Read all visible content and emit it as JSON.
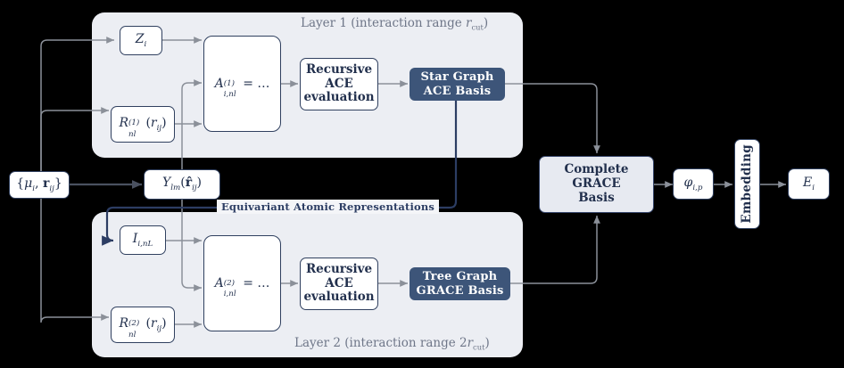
{
  "diagram": {
    "title": "GRACE architecture flow",
    "colors": {
      "panel_bg": "#eceef3",
      "node_border": "#30405f",
      "node_text": "#22304d",
      "dark_fill": "#3d5579",
      "dark_text": "#ffffff",
      "tint_fill": "#e7eaf1",
      "wire": "#8b9099",
      "wire_dark": "#2c3d63",
      "panel_label": "#6e7688",
      "background": "#000000"
    }
  },
  "panels": [
    {
      "id": "layer1",
      "label_prefix": "Layer 1 (interaction range ",
      "label_math": "r",
      "label_sub": "cut",
      "label_suffix": ")"
    },
    {
      "id": "layer2",
      "label_prefix": "Layer 2 (interaction range 2",
      "label_math": "r",
      "label_sub": "cut",
      "label_suffix": ")"
    }
  ],
  "nodes": {
    "input": {
      "name": "input-mu-r",
      "text": "{μᵢ, rᵢⱼ}"
    },
    "ylm": {
      "name": "spherical-harmonics",
      "text": "Yₗₘ(r̂ᵢⱼ)"
    },
    "zi": {
      "name": "atomic-number",
      "text": "Zᵢ"
    },
    "rnl1": {
      "name": "radial-basis-layer1",
      "text": "R⁽¹⁾ₙₗ(rᵢⱼ)"
    },
    "a1": {
      "name": "atomic-basis-layer1",
      "text": "A⁽¹⁾ᵢ,ₙₗ = …"
    },
    "ace1": {
      "name": "recursive-ace-evaluation-layer1",
      "lines": [
        "Recursive",
        "ACE",
        "evaluation"
      ]
    },
    "star": {
      "name": "star-graph-ace-basis",
      "lines": [
        "Star Graph",
        "ACE Basis"
      ]
    },
    "inl": {
      "name": "equivariant-input-layer2",
      "text": "Iᵢ,ₙʟ"
    },
    "rnl2": {
      "name": "radial-basis-layer2",
      "text": "R⁽²⁾ₙₗ(rᵢⱼ)"
    },
    "a2": {
      "name": "atomic-basis-layer2",
      "text": "A⁽²⁾ᵢ,ₙₗ = …"
    },
    "ace2": {
      "name": "recursive-ace-evaluation-layer2",
      "lines": [
        "Recursive",
        "ACE",
        "evaluation"
      ]
    },
    "tree": {
      "name": "tree-graph-grace-basis",
      "lines": [
        "Tree Graph",
        "GRACE Basis"
      ]
    },
    "complete": {
      "name": "complete-grace-basis",
      "lines": [
        "Complete",
        "GRACE",
        "Basis"
      ]
    },
    "phi": {
      "name": "grace-basis-functions",
      "text": "φᵢ,ₚ"
    },
    "embedding": {
      "name": "embedding-block",
      "text": "Embedding"
    },
    "energy": {
      "name": "atomic-energy-output",
      "text": "Eᵢ"
    }
  },
  "edge_labels": {
    "equivariant": "Equivariant Atomic Representations"
  }
}
